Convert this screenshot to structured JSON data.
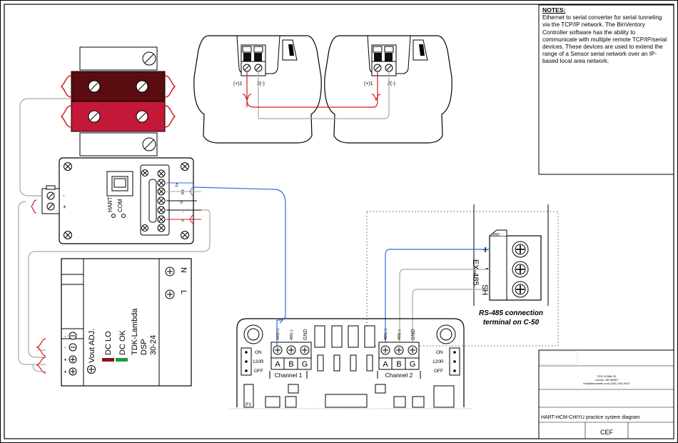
{
  "notes": {
    "heading": "NOTES:",
    "body": "Ethernet to serial converter for serial tunneling via the TCP/IP network. The BinVentory Controller software has the ability to communicate with multiple remote TCP/IP/serial devices. These devices are used to extend the range of a Sensor serial network over an IP-based local area network."
  },
  "sensor_left": {
    "pos_label": "(+)1",
    "neg_label": "2(-)"
  },
  "sensor_right": {
    "pos_label": "(+)1",
    "neg_label": "2(-)"
  },
  "hcm": {
    "hart_label": "HART",
    "com_label": "COM",
    "minus": "-",
    "plus": "+",
    "pins": [
      "TX",
      "RX",
      "G",
      "-",
      "+"
    ]
  },
  "power_supply": {
    "vout_adj": "Vout ADJ.",
    "dc_lo": "DC LO",
    "dc_ok": "DC OK",
    "brand": "TDK-Lambda",
    "model": "DSP",
    "model_num": "30-24",
    "n": "N",
    "l": "L",
    "minus": "-",
    "plus": "+"
  },
  "rs485": {
    "title_line1": "RS-485 connection",
    "title_line2": "terminal on C-50",
    "ex485": "EX-485",
    "plus": "+",
    "minus": "-",
    "sh": "SH",
    "gnd": "GND"
  },
  "controller": {
    "ch1_label": "Channel 1",
    "ch2_label": "Channel 2",
    "abg": [
      "A",
      "B",
      "G"
    ],
    "ch1_pins": [
      "485(+)",
      "485(-)",
      "GND"
    ],
    "ch2_pins": [
      "485(+)",
      "485(-)",
      "GND"
    ],
    "on": "ON",
    "r120": "120R",
    "off": "OFF",
    "p1": "P1"
  },
  "title_block": {
    "address_line1": "7201 N 98th St.",
    "address_line2": "Lincoln, NE 68507",
    "contact": "info@binmaster.com (402) 434-9102",
    "title": "HART-HCM-CHIYU practice system diagram",
    "drawn_by": "CEF"
  },
  "colors": {
    "wire_blue": "#2e6fd8",
    "wire_red": "#d81818",
    "wire_gray": "#a8a8a8",
    "terminal_dark": "#5a0c10",
    "terminal_red": "#c41838",
    "dc_lo_color": "#8c1020",
    "dc_ok_color": "#1e9a40"
  }
}
